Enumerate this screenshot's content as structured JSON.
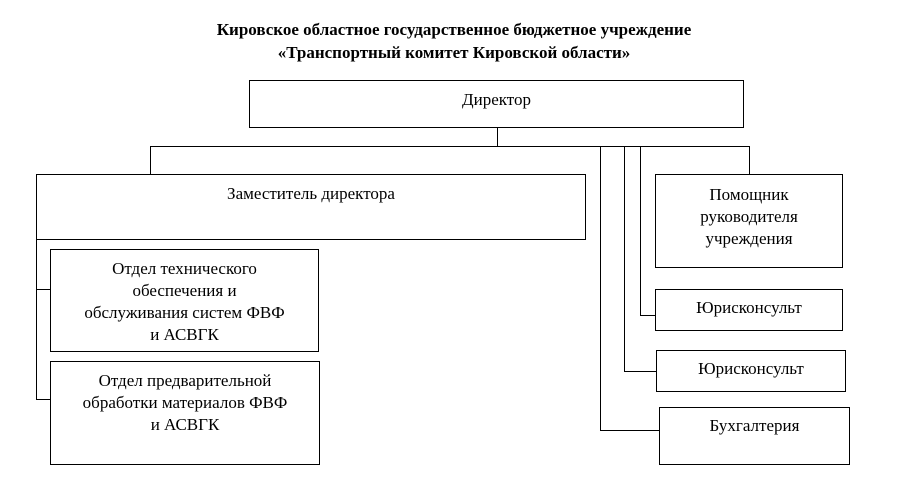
{
  "header": {
    "line1": "Кировское областное государственное бюджетное учреждение",
    "line2": "«Транспортный комитет Кировской области»"
  },
  "boxes": {
    "director": "Директор",
    "deputy": "Заместитель директора",
    "assistant": "Помощник\nруководителя\nучреждения",
    "legal1": "Юрисконсульт",
    "legal2": "Юрисконсульт",
    "accounting": "Бухгалтерия",
    "dept_tech": "Отдел технического\nобеспечения и\nобслуживания систем ФВФ\nи АСВГК",
    "dept_preproc": "Отдел предварительной\nобработки материалов ФВФ\nи АСВГК"
  }
}
